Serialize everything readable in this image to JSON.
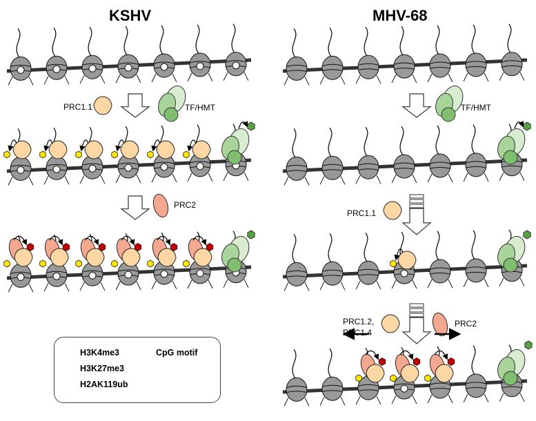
{
  "headings": {
    "left": "KSHV",
    "right": "MHV-68"
  },
  "labels": {
    "prc11": "PRC1.1",
    "tf_hmt": "TF/HMT",
    "prc2": "PRC2",
    "prc12": "PRC1.2,",
    "prc14": "PRC1.4"
  },
  "legend": {
    "h3k4me3": "H3K4me3",
    "cpg": "CpG motif",
    "h3k27me3": "H3K27me3",
    "h2ak119ub": "H2AK119ub"
  },
  "colors": {
    "prc1": "#fcd7a4",
    "prc2": "#f5a890",
    "tf_light": "#d8ecd0",
    "tf_mid": "#a9d49a",
    "tf_dark": "#7fbf6f",
    "h3k4me3": "#5a9f45",
    "h3k27me3": "#c00000",
    "h2ak119ub": "#ffe600",
    "nucleosome": "#999999",
    "nucleosome_dark": "#6e6e6e"
  }
}
